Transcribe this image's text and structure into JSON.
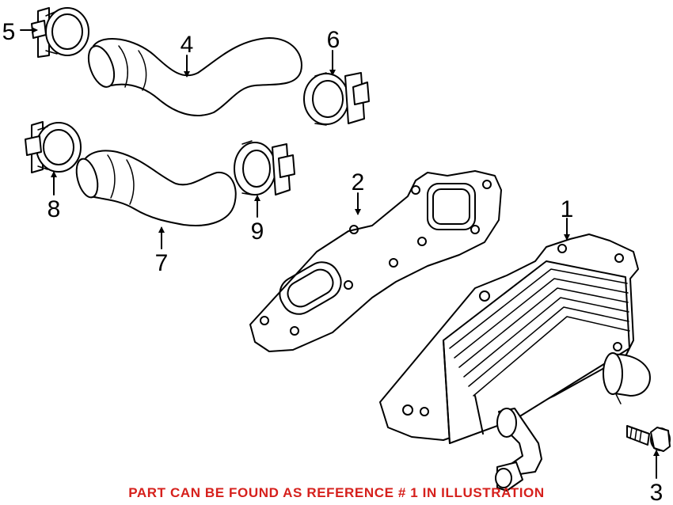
{
  "callouts": {
    "c1": "1",
    "c2": "2",
    "c3": "3",
    "c4": "4",
    "c5": "5",
    "c6": "6",
    "c7": "7",
    "c8": "8",
    "c9": "9"
  },
  "note": {
    "text": "PART CAN BE FOUND AS REFERENCE # 1 IN ILLUSTRATION",
    "color": "#d6201c"
  }
}
